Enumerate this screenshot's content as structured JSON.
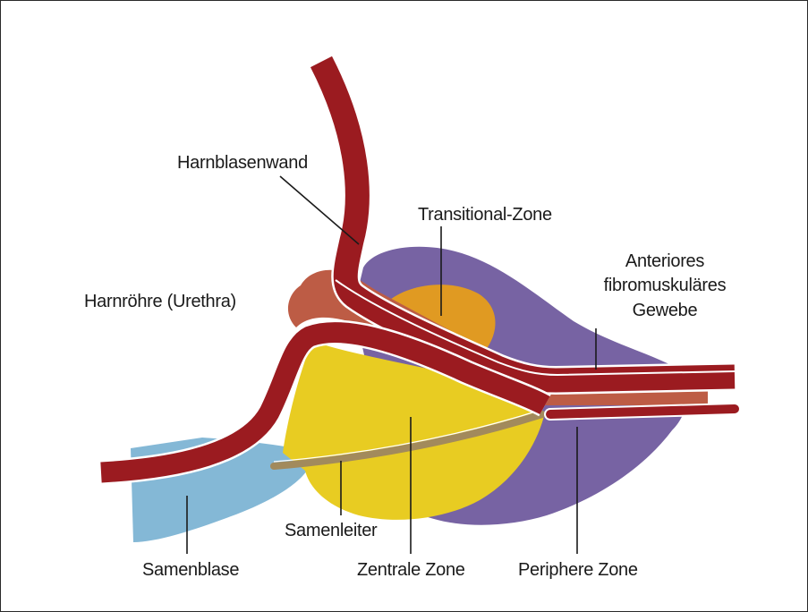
{
  "labels": {
    "harnblasenwand": "Harnblasenwand",
    "transitional_zone": "Transitional-Zone",
    "anteriores_line1": "Anteriores",
    "anteriores_line2": "fibromuskuläres",
    "anteriores_line3": "Gewebe",
    "harnroehre": "Harnröhre (Urethra)",
    "samenleiter": "Samenleiter",
    "samenblase": "Samenblase",
    "zentrale_zone": "Zentrale Zone",
    "periphere_zone": "Periphere Zone"
  },
  "colors": {
    "bladder_wall": "#9b1b20",
    "urethra": "#bd5c45",
    "transitional_zone": "#e09a22",
    "peripheral_zone": "#7763a3",
    "central_zone": "#e8cc22",
    "seminal_vesicle": "#84b8d6",
    "vas_deferens": "#a28a5c"
  }
}
